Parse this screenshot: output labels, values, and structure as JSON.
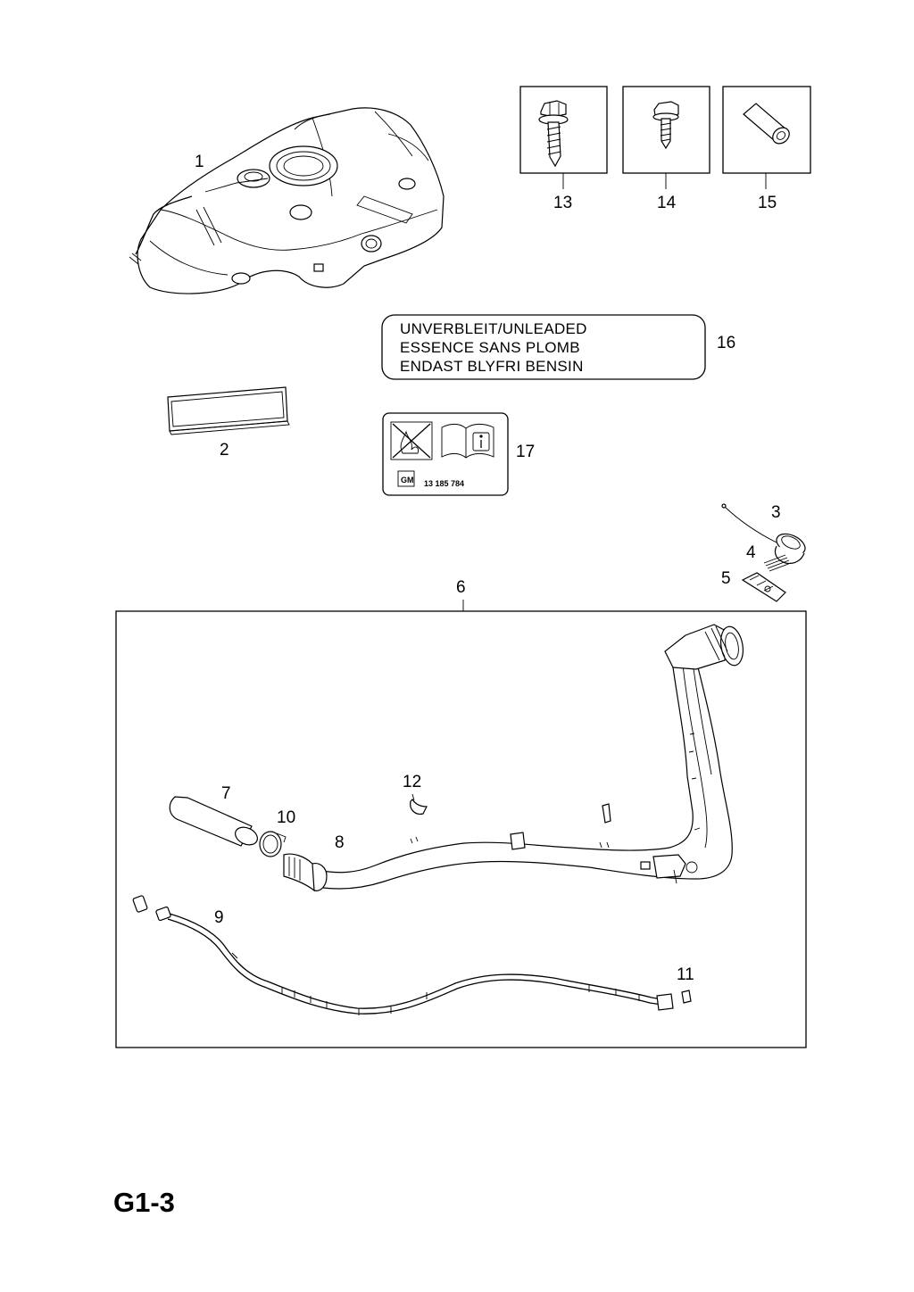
{
  "page": {
    "code": "G1-3"
  },
  "callouts": {
    "p1": "1",
    "p2": "2",
    "p3": "3",
    "p4": "4",
    "p5": "5",
    "p6": "6",
    "p7": "7",
    "p8": "8",
    "p9": "9",
    "p10": "10",
    "p11": "11",
    "p12": "12",
    "p13": "13",
    "p14": "14",
    "p15": "15",
    "p16": "16",
    "p17": "17"
  },
  "fuel_label": {
    "line1": "UNVERBLEIT/UNLEADED",
    "line2": "ESSENCE SANS PLOMB",
    "line3": "ENDAST BLYFRI BENSIN"
  },
  "warning_label": {
    "brand": "GM",
    "part_number": "13 185 784"
  }
}
